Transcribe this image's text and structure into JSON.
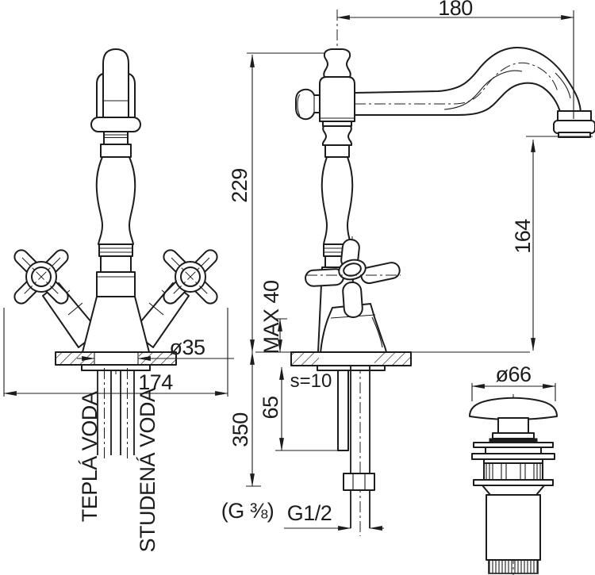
{
  "drawing": {
    "front_view": {
      "width_label": "174",
      "hole_diameter_label": "ø35",
      "hot_water_label": "TEPLÁ VODA",
      "cold_water_label": "STUDENÁ VODA"
    },
    "side_view": {
      "spout_reach_label": "180",
      "total_height_label": "229",
      "spout_height_label": "164",
      "max_deck_label": "MAX 40",
      "deck_thickness_label": "s=10",
      "tail_length_label": "65",
      "hose_length_label": "350",
      "thread_note_label": "(G ⅜)",
      "thread_label": "G1/2"
    },
    "drain_view": {
      "cap_diameter_label": "ø66"
    },
    "colors": {
      "line": "#1c1c1c",
      "background": "#ffffff"
    }
  }
}
